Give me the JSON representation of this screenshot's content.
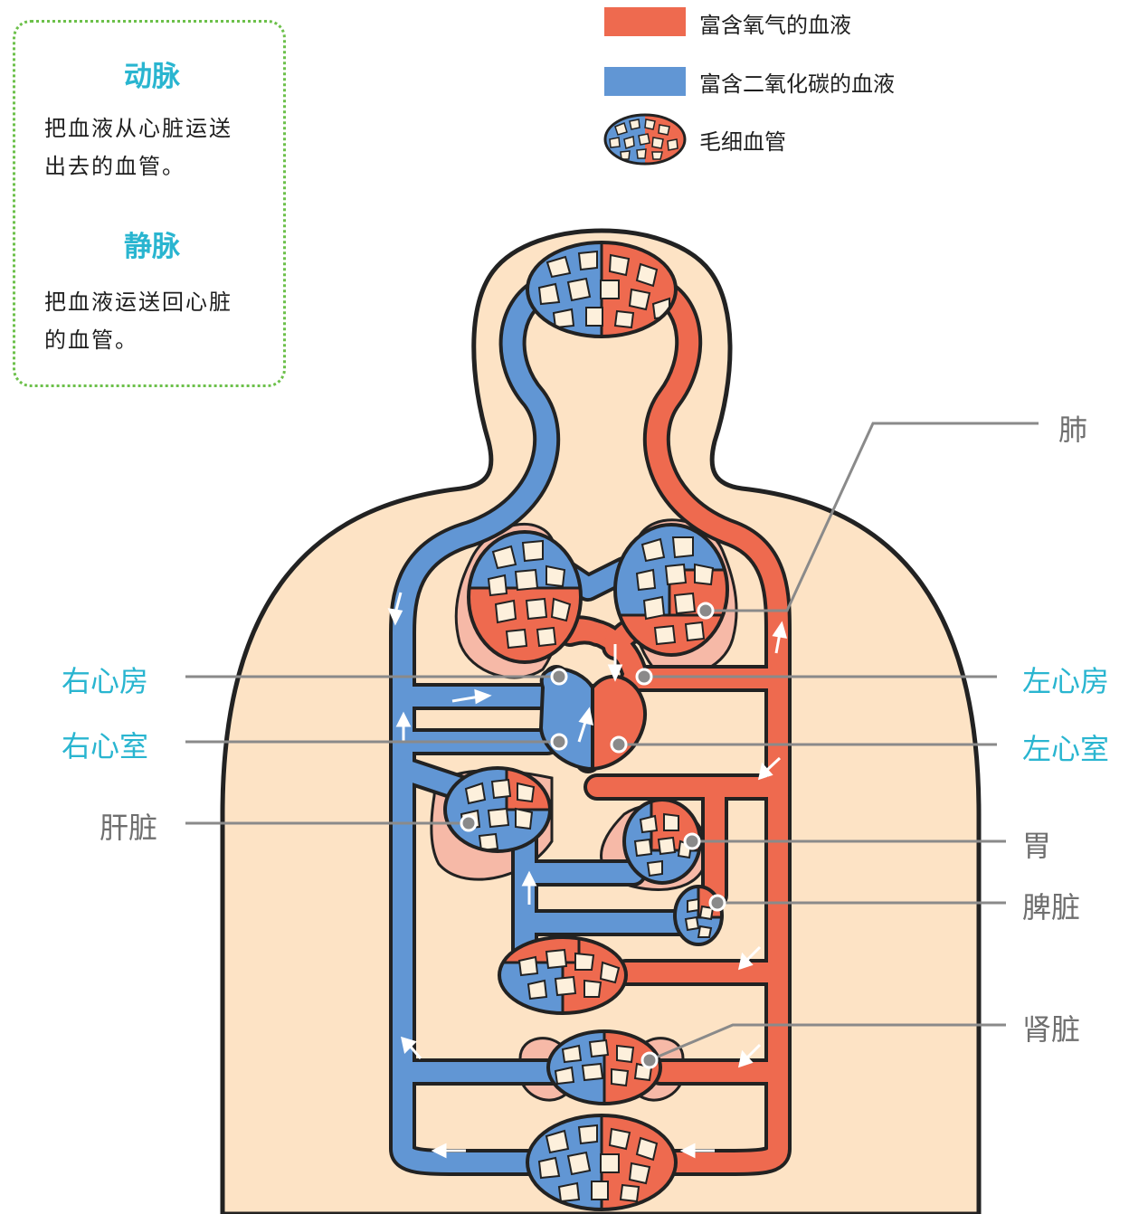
{
  "info": {
    "artery_title": "动脉",
    "artery_desc_1": "把血液从心脏运送",
    "artery_desc_2": "出去的血管。",
    "vein_title": "静脉",
    "vein_desc_1": "把血液运送回心脏",
    "vein_desc_2": "的血管。"
  },
  "legend": {
    "oxygen_label": "富含氧气的血液",
    "co2_label": "富含二氧化碳的血液",
    "capillary_label": "毛细血管"
  },
  "labels": {
    "lung": "肺",
    "right_atrium": "右心房",
    "right_ventricle": "右心室",
    "left_atrium": "左心房",
    "left_ventricle": "左心室",
    "liver": "肝脏",
    "stomach": "胃",
    "spleen": "脾脏",
    "kidney": "肾脏"
  },
  "colors": {
    "oxygen_blood": "#ee6a4f",
    "co2_blood": "#6196d4",
    "body": "#fde3c5",
    "lung_tissue": "#f6b9a7",
    "label_accent": "#29b5d0",
    "box_border": "#6cc04a"
  }
}
